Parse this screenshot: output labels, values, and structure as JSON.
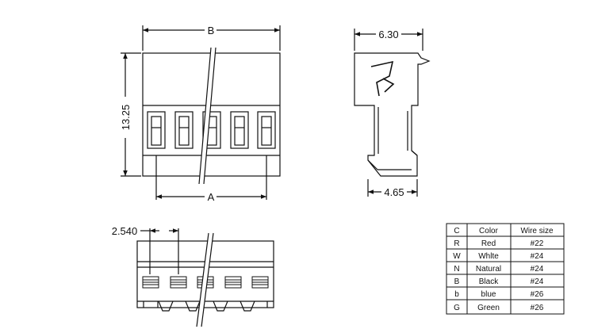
{
  "dimensions": {
    "b": "B",
    "a": "A",
    "height": "13.25",
    "depth_top": "6.30",
    "depth_bottom": "4.65",
    "pitch": "2.540"
  },
  "wire_table": {
    "headers": [
      "C",
      "Color",
      "Wire size"
    ],
    "rows": [
      [
        "R",
        "Red",
        "#22"
      ],
      [
        "W",
        "Whlte",
        "#24"
      ],
      [
        "N",
        "Natural",
        "#24"
      ],
      [
        "B",
        "Black",
        "#24"
      ],
      [
        "b",
        "blue",
        "#26"
      ],
      [
        "G",
        "Green",
        "#26"
      ]
    ]
  }
}
